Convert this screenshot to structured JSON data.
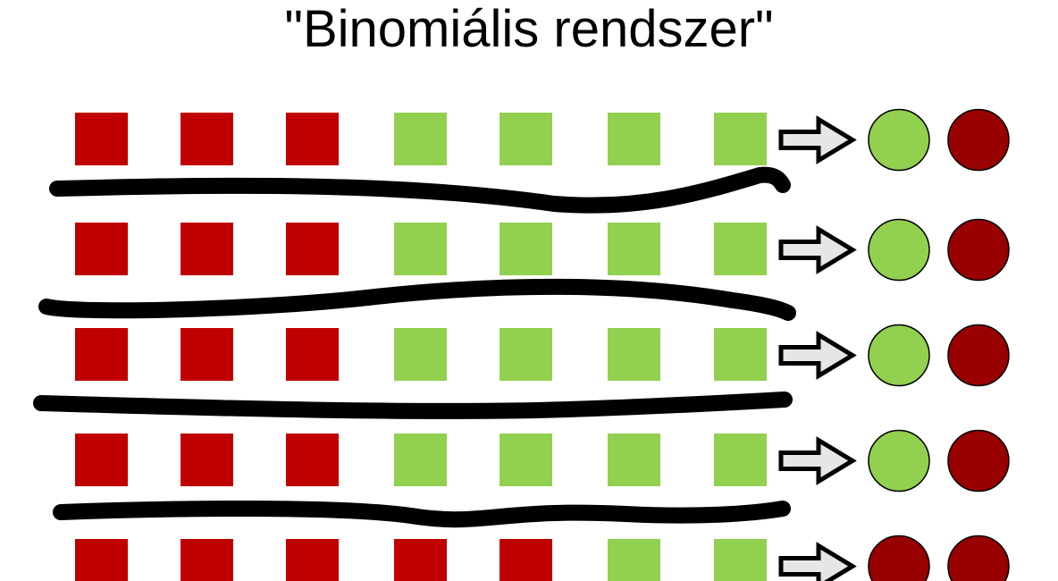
{
  "title": "\"Binomiális rendszer\"",
  "colors": {
    "red": "#c00000",
    "green": "#92d050",
    "dark_red": "#990000",
    "arrow_fill": "#e6e6e6",
    "divider": "#000000"
  },
  "rows": [
    {
      "squares": [
        "red",
        "red",
        "red",
        "green",
        "green",
        "green",
        "green"
      ],
      "result": [
        "green",
        "dark_red"
      ]
    },
    {
      "squares": [
        "red",
        "red",
        "red",
        "green",
        "green",
        "green",
        "green"
      ],
      "result": [
        "green",
        "dark_red"
      ]
    },
    {
      "squares": [
        "red",
        "red",
        "red",
        "green",
        "green",
        "green",
        "green"
      ],
      "result": [
        "green",
        "dark_red"
      ]
    },
    {
      "squares": [
        "red",
        "red",
        "red",
        "green",
        "green",
        "green",
        "green"
      ],
      "result": [
        "green",
        "dark_red"
      ]
    },
    {
      "squares": [
        "red",
        "red",
        "red",
        "red",
        "red",
        "green",
        "green"
      ],
      "result": [
        "dark_red",
        "dark_red"
      ]
    }
  ]
}
